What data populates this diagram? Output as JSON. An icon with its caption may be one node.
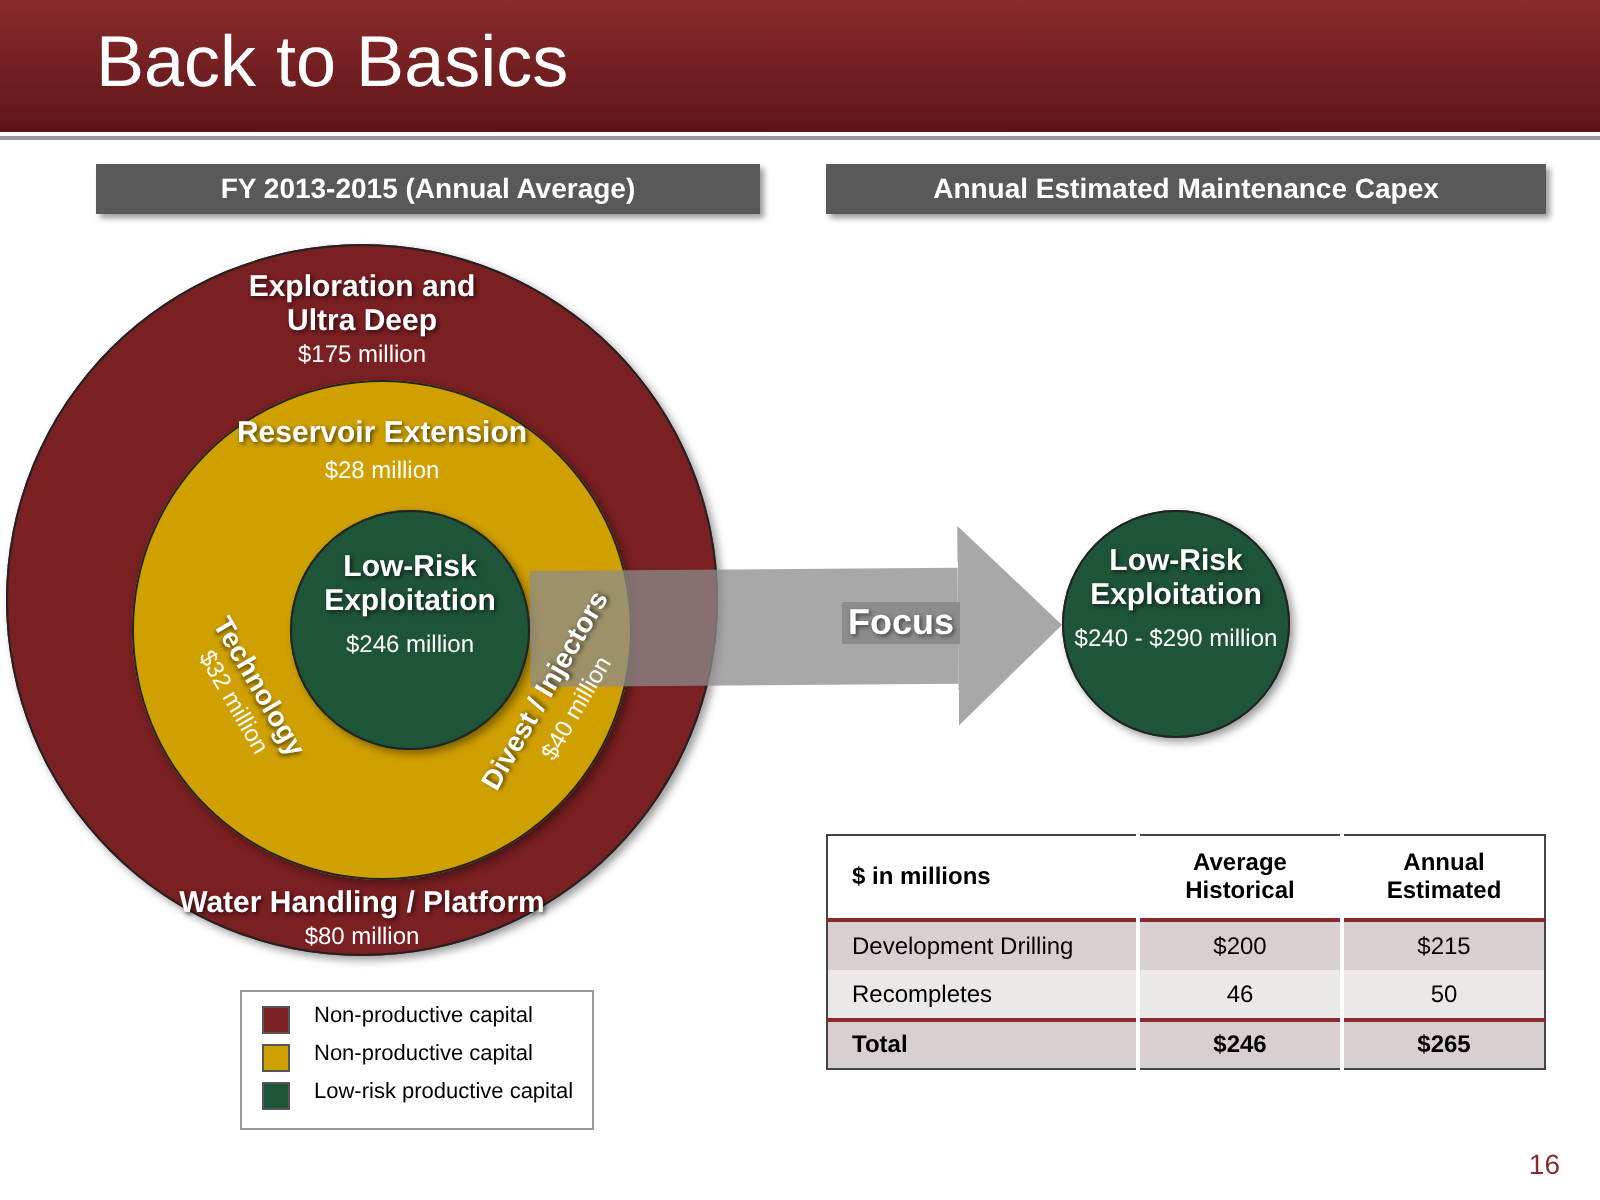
{
  "diagram": {
    "title": "Back to Basics",
    "nodes": [
      {
        "text": [
          "Exploration and Ultra Deep",
          "$175 million",
          "Water Handling / Platform",
          "$80 million"
        ]
      },
      {
        "text": [
          "Reservoir Extension",
          "$28 million",
          "Technology",
          "$32 million",
          "Divest / Injectors",
          "$40 million"
        ],
        "in": 0
      },
      {
        "text": [
          "Low-Risk Exploitation",
          "$246 million"
        ],
        "in": 1
      },
      {
        "text": [
          "Low-Risk Exploitation",
          "$240 - $290 million"
        ]
      },
      {
        "text": [
          "FY 2013-2015 (Annual Average)"
        ]
      },
      {
        "text": [
          "Annual Estimated Maintenance Capex"
        ]
      }
    ],
    "edges": [
      {
        "from": 2,
        "to": 3,
        "arrow": "to",
        "label": "Focus"
      }
    ],
    "labels": [
      "$ in millions",
      "Average Historical",
      "Annual Estimated",
      "Development Drilling",
      "$200",
      "$215",
      "Recompletes",
      "46",
      "50",
      "Total",
      "$246",
      "$265",
      "16"
    ],
    "legend": [
      {
        "text": "Non-productive capital",
        "color": "#7a1f22"
      },
      {
        "text": "Non-productive capital",
        "color": "#d0a000"
      },
      {
        "text": "Low-risk productive capital",
        "color": "#1e5438"
      }
    ]
  }
}
